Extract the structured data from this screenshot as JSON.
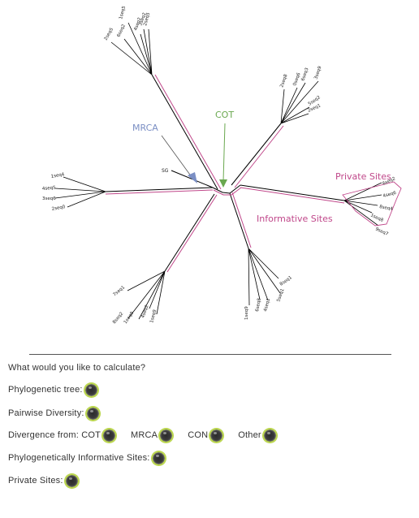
{
  "tree": {
    "labels": {
      "cot": "COT",
      "mrca": "MRCA",
      "private_sites": "Private Sites",
      "informative_sites": "Informative Sites",
      "outgroup": "SG"
    },
    "leaf_groups": {
      "top": [
        "2seq5",
        "6seq2",
        "1seq5",
        "4seq2",
        "3seq2",
        "2seq5"
      ],
      "upper_right": [
        "2seq8",
        "0seq6",
        "6seq3",
        "3seq9",
        "5seq2",
        "2seq1"
      ],
      "left": [
        "1seq4",
        "4seq5",
        "3seq6",
        "2seq0"
      ],
      "right": [
        "6seq2",
        "4seq6",
        "8seq4",
        "1seq8",
        "9seq7"
      ],
      "bottom_left": [
        "7seq1",
        "8seq2",
        "1seq9",
        "4seq2",
        "1seq9"
      ],
      "bottom": [
        "1seq9",
        "6seq8",
        "4seq1",
        "5seq1",
        "8seq1"
      ]
    },
    "colors": {
      "cot": "#6aa84f",
      "mrca": "#7b8fc4",
      "highlight": "#c0478a",
      "branch": "#000000"
    }
  },
  "form": {
    "question": "What would you like to calculate?",
    "phylogenetic_tree": "Phylogenetic tree:",
    "pairwise_diversity": "Pairwise Diversity:",
    "divergence_from": "Divergence from: COT",
    "mrca": "MRCA",
    "con": "CON",
    "other": "Other",
    "informative_sites": "Phylogenetically Informative Sites:",
    "private_sites": "Private Sites:"
  }
}
